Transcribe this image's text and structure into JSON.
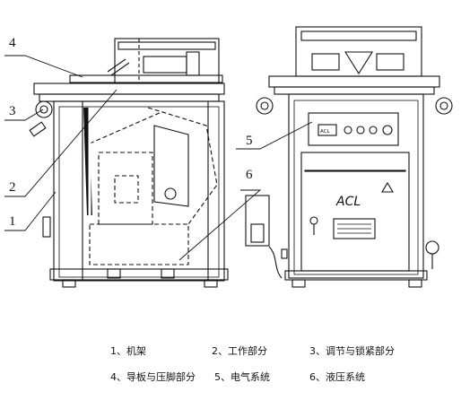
{
  "callouts": [
    "4",
    "3",
    "2",
    "1",
    "5",
    "6"
  ],
  "legend": [
    "1、机架",
    "2、工作部分",
    "3、调节与锁紧部分",
    "4、导板与压脚部分",
    "5、电气系统",
    "6、液压系统"
  ],
  "panel_text": {
    "switch_label": "ACL",
    "cabinet_logo": "ACL"
  }
}
